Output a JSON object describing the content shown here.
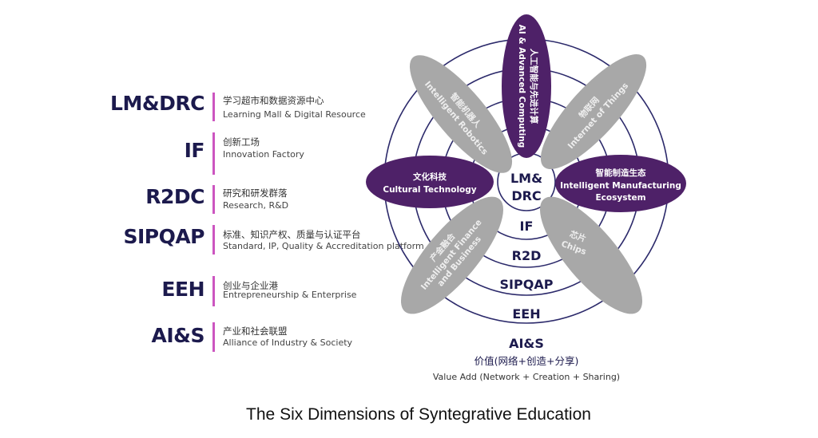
{
  "legend": [
    {
      "abbr": "LM&DRC",
      "cn": "学习超市和数据资源中心",
      "en": "Learning Mall & Digital Resource"
    },
    {
      "abbr": "IF",
      "cn": "创新工场",
      "en": "Innovation Factory"
    },
    {
      "abbr": "R2DC",
      "cn": "研究和研发群落",
      "en": "Research, R&D"
    },
    {
      "abbr": "SIPQAP",
      "cn": "标准、知识产权、质量与认证平台",
      "en": "Standard, IP, Quality & Accreditation platform"
    },
    {
      "abbr": "EEH",
      "cn": "创业与企业港",
      "en": "Entrepreneurship & Enterprise"
    },
    {
      "abbr": "AI&S",
      "cn": "产业和社会联盟",
      "en": "Alliance of Industry & Society"
    }
  ],
  "diagram": {
    "center": [
      "LM&",
      "DRC"
    ],
    "levels": [
      "IF",
      "R2D",
      "SIPQAP",
      "EEH",
      "AI&S"
    ],
    "value_cn": "价值(网络+创造+分享)",
    "value_en": "Value Add (Network + Creation + Sharing)",
    "petals": {
      "top": {
        "cn": "人工智能与先进计算",
        "en": "AI & Advanced Computing"
      },
      "upper_left": {
        "cn": "智能机器人",
        "en": "Intelligent Robotics"
      },
      "upper_right": {
        "cn": "物联网",
        "en": "Internet of Things"
      },
      "left": {
        "cn": "文化科技",
        "en": "Cultural Technology"
      },
      "right": {
        "cn": "智能制造生态",
        "en1": "Intelligent Manufacturing",
        "en2": "Ecosystem"
      },
      "lower_left": {
        "cn": "产金融合",
        "en1": "Intelligent Finance",
        "en2": "and Business"
      },
      "lower_right": {
        "cn": "芯片",
        "en": "Chips"
      }
    },
    "colors": {
      "purple": "#4e2168",
      "gray": "#a8a8a8",
      "ring": "#2c2a6b",
      "accent": "#cc55c0"
    }
  },
  "caption": "The Six Dimensions of Syntegrative Education"
}
